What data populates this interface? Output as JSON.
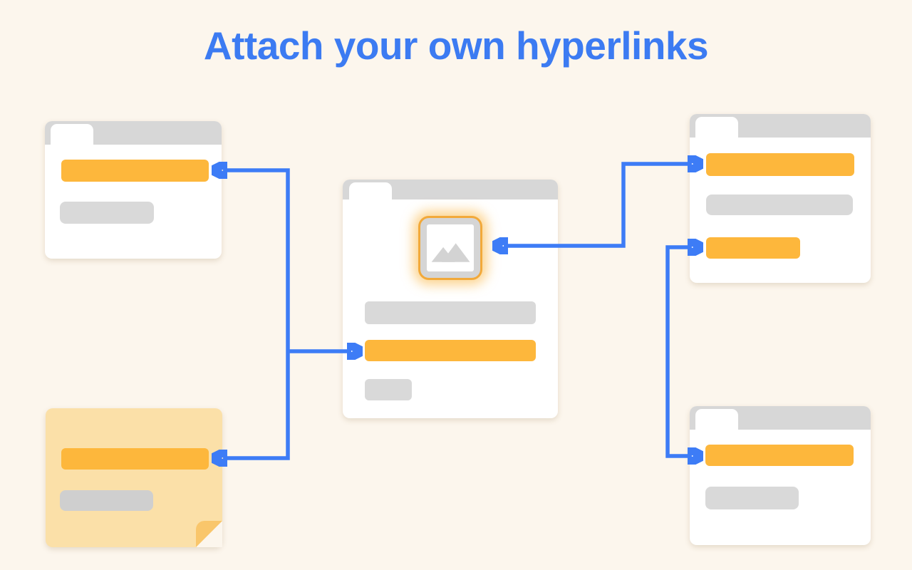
{
  "title": "Attach your own hyperlinks",
  "colors": {
    "background": "#fcf6ed",
    "title-blue": "#3c7bf2",
    "accent-blue": "#3d7cf6",
    "highlight-orange": "#fdb73c",
    "placeholder-gray": "#d9d9d9",
    "tab-gray": "#d7d7d7",
    "card-white": "#ffffff",
    "sticky-yellow": "#fbe0a8",
    "sticky-fold": "#f9c66b",
    "glow-border": "#f2a93a",
    "image-frame-gray": "#d5d5d5"
  },
  "diagram": {
    "cards": [
      {
        "id": "top-left",
        "type": "browser-card",
        "elements": [
          "highlight-bar",
          "text-placeholder-bar"
        ]
      },
      {
        "id": "center",
        "type": "browser-card",
        "elements": [
          "image-placeholder-highlighted",
          "text-placeholder-bar",
          "highlight-bar",
          "text-placeholder-bar-small"
        ]
      },
      {
        "id": "top-right",
        "type": "browser-card",
        "elements": [
          "highlight-bar-wide",
          "text-placeholder-bar",
          "highlight-bar-short"
        ]
      },
      {
        "id": "bottom-right",
        "type": "browser-card",
        "elements": [
          "highlight-bar",
          "text-placeholder-bar"
        ]
      },
      {
        "id": "sticky-note",
        "type": "sticky-note",
        "elements": [
          "highlight-bar",
          "text-placeholder-bar"
        ]
      }
    ],
    "connections": [
      {
        "name": "left-spine",
        "endpoints": [
          "top-left.highlight-bar",
          "center.highlight-bar",
          "sticky-note.highlight-bar"
        ],
        "style": "arrowheads-at-each-endpoint"
      },
      {
        "name": "right-upper",
        "endpoints": [
          "center.image-placeholder",
          "top-right.highlight-bar-wide"
        ],
        "style": "double-arrow"
      },
      {
        "name": "right-lower",
        "endpoints": [
          "top-right.highlight-bar-short",
          "bottom-right.highlight-bar"
        ],
        "style": "double-arrow"
      }
    ]
  }
}
